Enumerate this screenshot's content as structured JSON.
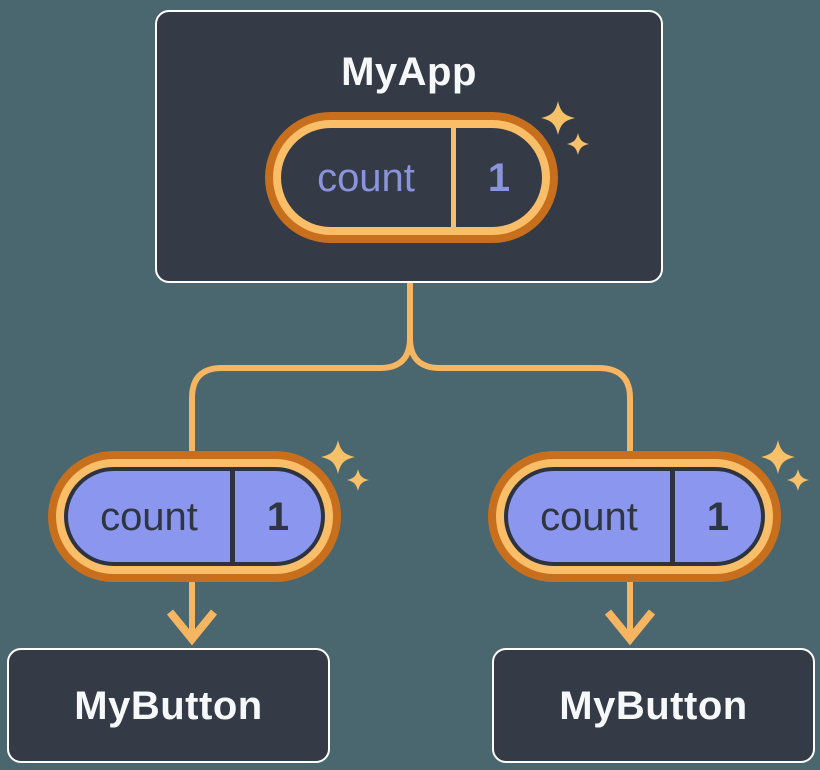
{
  "diagram": {
    "colors": {
      "bg": "#4A666F",
      "node": "#343B46",
      "border_white": "#FFFFFF",
      "title_text": "#F7F8FA",
      "orange_dark": "#C76F1D",
      "orange_light": "#FABD68",
      "connector": "#F5B561",
      "sparkle": "#F7C169",
      "periwinkle_fill": "#8B97EE",
      "periwinkle_text": "#8A94DC",
      "dark_outline": "#2D3440",
      "dark_text": "#2F3541"
    },
    "root": {
      "title": "MyApp",
      "state": {
        "name": "count",
        "value": "1"
      }
    },
    "children": [
      {
        "title": "MyButton",
        "prop": {
          "name": "count",
          "value": "1"
        }
      },
      {
        "title": "MyButton",
        "prop": {
          "name": "count",
          "value": "1"
        }
      }
    ]
  }
}
